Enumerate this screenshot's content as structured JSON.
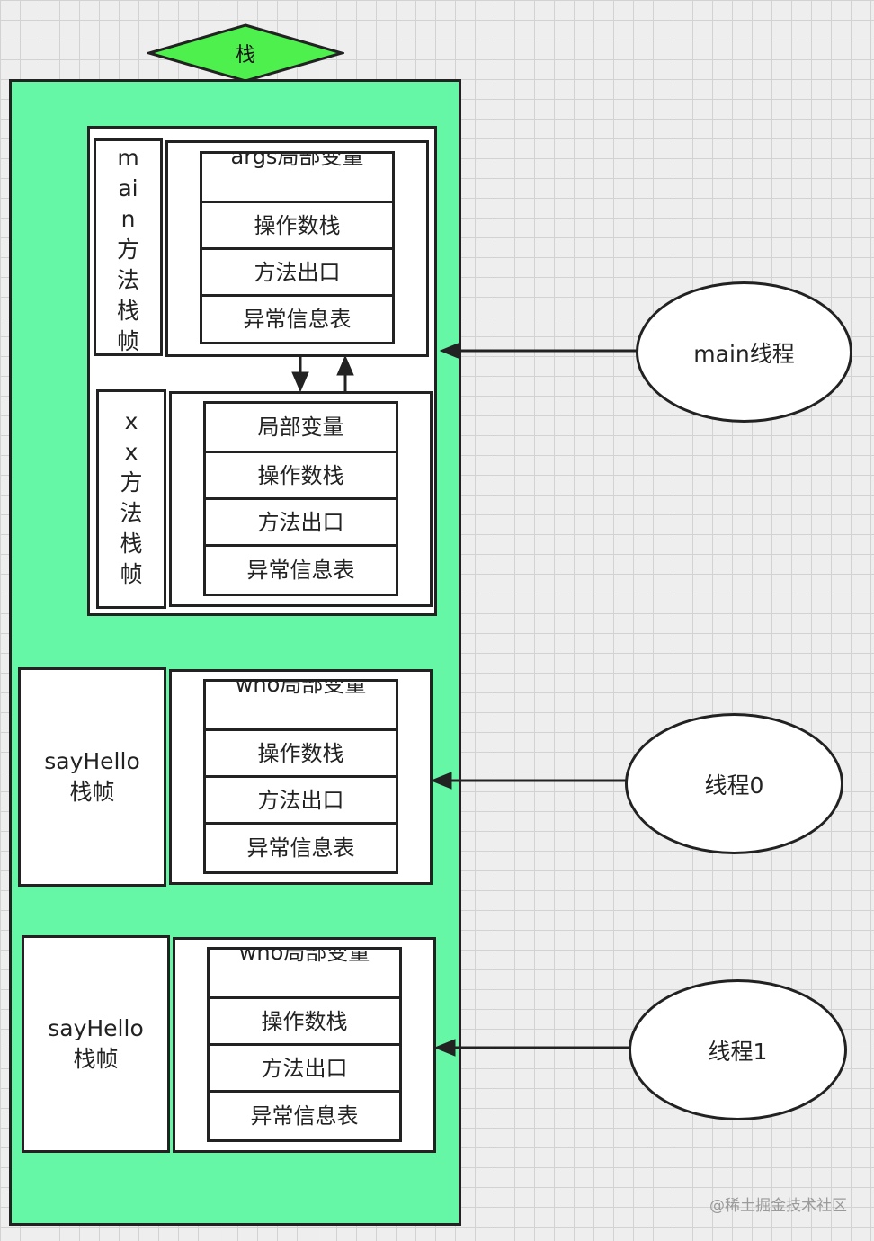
{
  "stack": {
    "title": "栈"
  },
  "frames": {
    "main": {
      "label_chars": [
        "m",
        "ai",
        "n",
        "方",
        "法",
        "栈",
        "帧"
      ],
      "rows": [
        "args局部变量",
        "操作数栈",
        "方法出口",
        "异常信息表"
      ]
    },
    "xx": {
      "label_chars": [
        "x",
        "x",
        "方",
        "法",
        "栈",
        "帧"
      ],
      "rows": [
        "局部变量",
        "操作数栈",
        "方法出口",
        "异常信息表"
      ]
    },
    "sayhello_0": {
      "label_lines": [
        "sayHello",
        "栈帧"
      ],
      "rows": [
        "who局部变量",
        "操作数栈",
        "方法出口",
        "异常信息表"
      ]
    },
    "sayhello_1": {
      "label_lines": [
        "sayHello",
        "栈帧"
      ],
      "rows": [
        "who局部变量",
        "操作数栈",
        "方法出口",
        "异常信息表"
      ]
    }
  },
  "threads": {
    "main": "main线程",
    "t0": "线程0",
    "t1": "线程1"
  },
  "watermark": "@稀土掘金技术社区",
  "colors": {
    "stack_fill": "#66f7a6",
    "diamond_fill": "#4df04d",
    "stroke": "#222222"
  }
}
